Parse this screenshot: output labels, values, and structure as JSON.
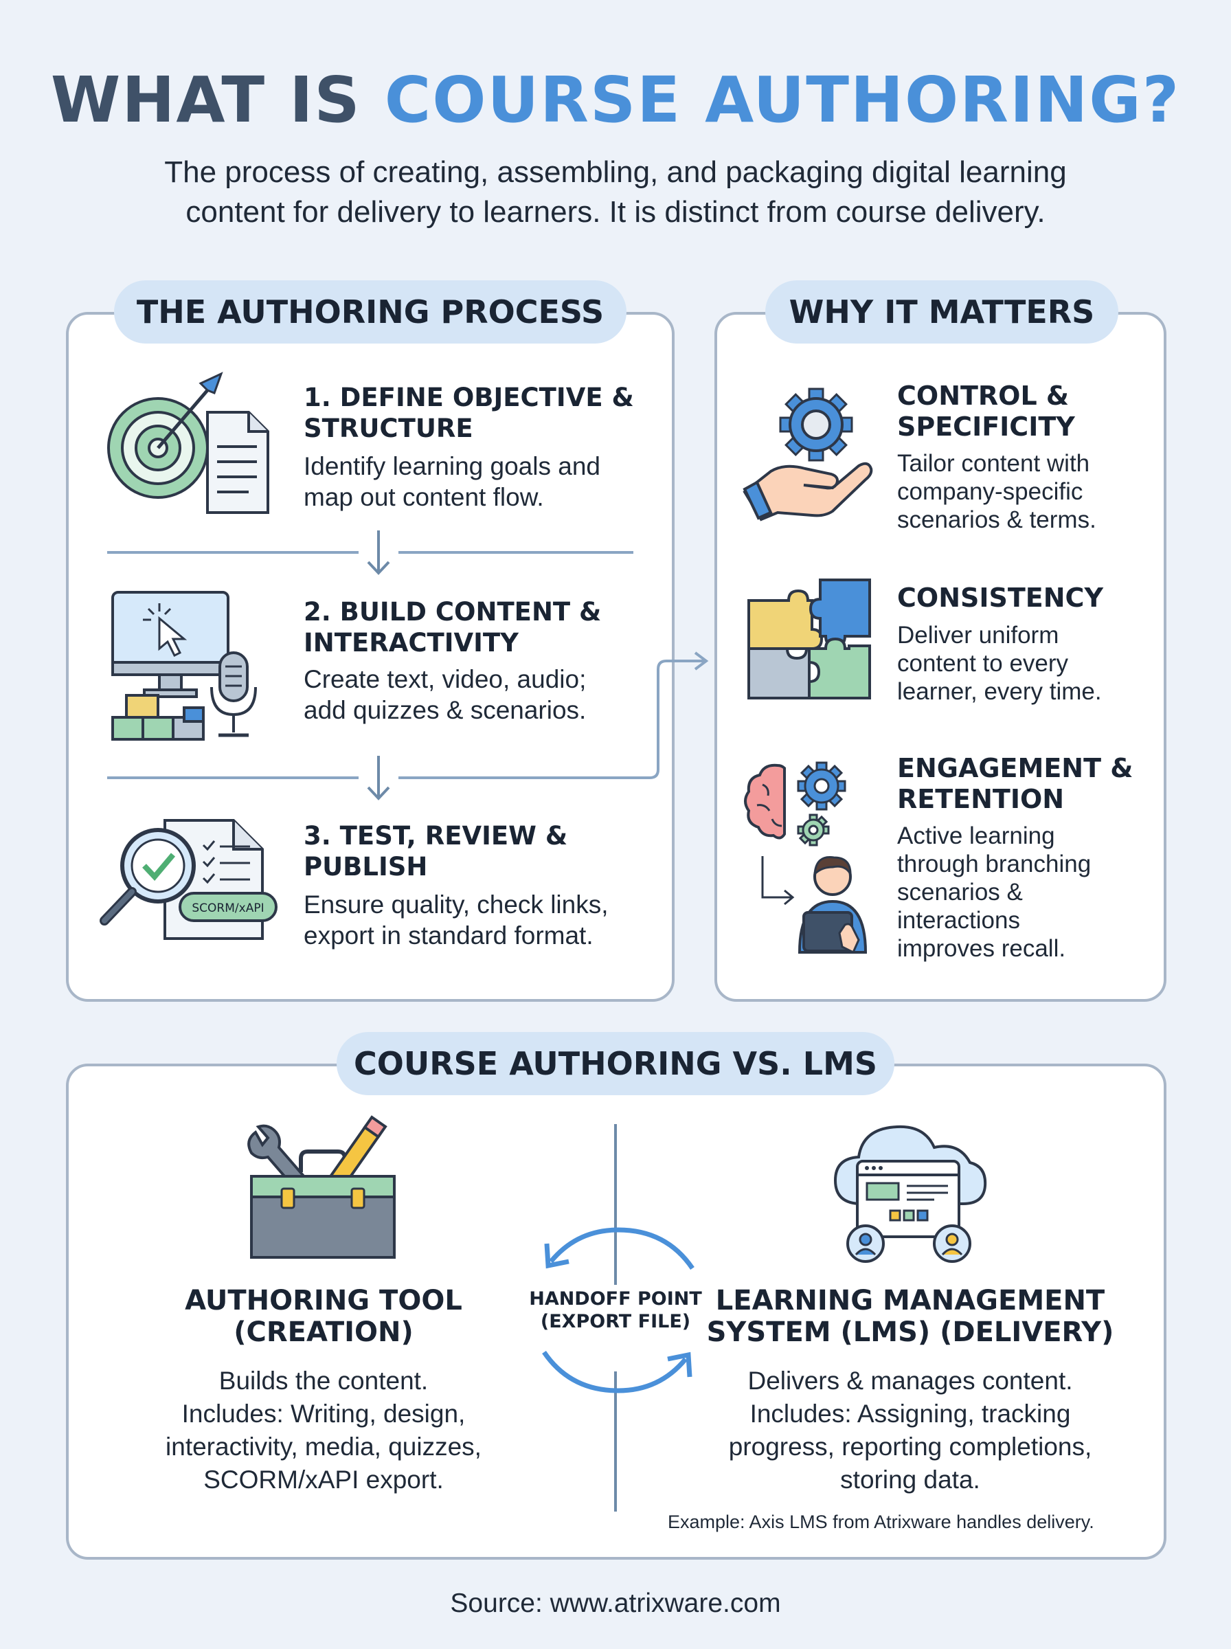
{
  "header": {
    "title_part1": "WHAT IS ",
    "title_part2": "COURSE AUTHORING?",
    "subtitle_line1": "The process of creating, assembling, and packaging digital learning",
    "subtitle_line2": "content for delivery to learners. It is distinct from course delivery."
  },
  "process": {
    "heading": "THE AUTHORING PROCESS",
    "steps": [
      {
        "title_line1": "1. DEFINE OBJECTIVE &",
        "title_line2": "STRUCTURE",
        "desc_line1": "Identify learning goals and",
        "desc_line2": "map out content flow.",
        "icon": "target-document-icon"
      },
      {
        "title_line1": "2. BUILD CONTENT &",
        "title_line2": "INTERACTIVITY",
        "desc_line1": "Create text, video, audio;",
        "desc_line2": "add quizzes & scenarios.",
        "icon": "monitor-microphone-icon"
      },
      {
        "title_line1": "3. TEST, REVIEW &",
        "title_line2": "PUBLISH",
        "desc_line1": "Ensure quality, check links,",
        "desc_line2": "export in standard format.",
        "icon": "magnifier-checklist-icon",
        "badge": "SCORM/xAPI"
      }
    ]
  },
  "why": {
    "heading": "WHY IT MATTERS",
    "items": [
      {
        "title_line1": "CONTROL &",
        "title_line2": "SPECIFICITY",
        "desc_lines": [
          "Tailor content with",
          "company-specific",
          "scenarios & terms."
        ],
        "icon": "gear-hand-icon"
      },
      {
        "title_line1": "CONSISTENCY",
        "title_line2": "",
        "desc_lines": [
          "Deliver uniform",
          "content to every",
          "learner, every time."
        ],
        "icon": "puzzle-icon"
      },
      {
        "title_line1": "ENGAGEMENT &",
        "title_line2": "RETENTION",
        "desc_lines": [
          "Active learning",
          "through branching",
          "scenarios &",
          "interactions",
          "improves recall."
        ],
        "icon": "brain-learner-icon"
      }
    ]
  },
  "compare": {
    "heading": "COURSE AUTHORING VS. LMS",
    "left": {
      "title_line1": "AUTHORING TOOL",
      "title_line2": "(CREATION)",
      "desc_lines": [
        "Builds the content.",
        "Includes: Writing, design,",
        "interactivity, media, quizzes,",
        "SCORM/xAPI export."
      ],
      "icon": "toolbox-icon"
    },
    "handoff_line1": "HANDOFF POINT",
    "handoff_line2": "(EXPORT FILE)",
    "right": {
      "title_line1": "LEARNING MANAGEMENT",
      "title_line2": "SYSTEM (LMS) (DELIVERY)",
      "desc_lines": [
        "Delivers & manages content.",
        "Includes: Assigning, tracking",
        "progress, reporting completions,",
        "storing data."
      ],
      "icon": "cloud-dashboard-icon"
    },
    "example": "Example: Axis LMS from Atrixware handles delivery."
  },
  "source": "Source: www.atrixware.com",
  "colors": {
    "background": "#edf2f9",
    "accent": "#4a90d9",
    "title": "#3f5168",
    "pill": "#d5e5f6",
    "border": "#a8b6c8"
  }
}
